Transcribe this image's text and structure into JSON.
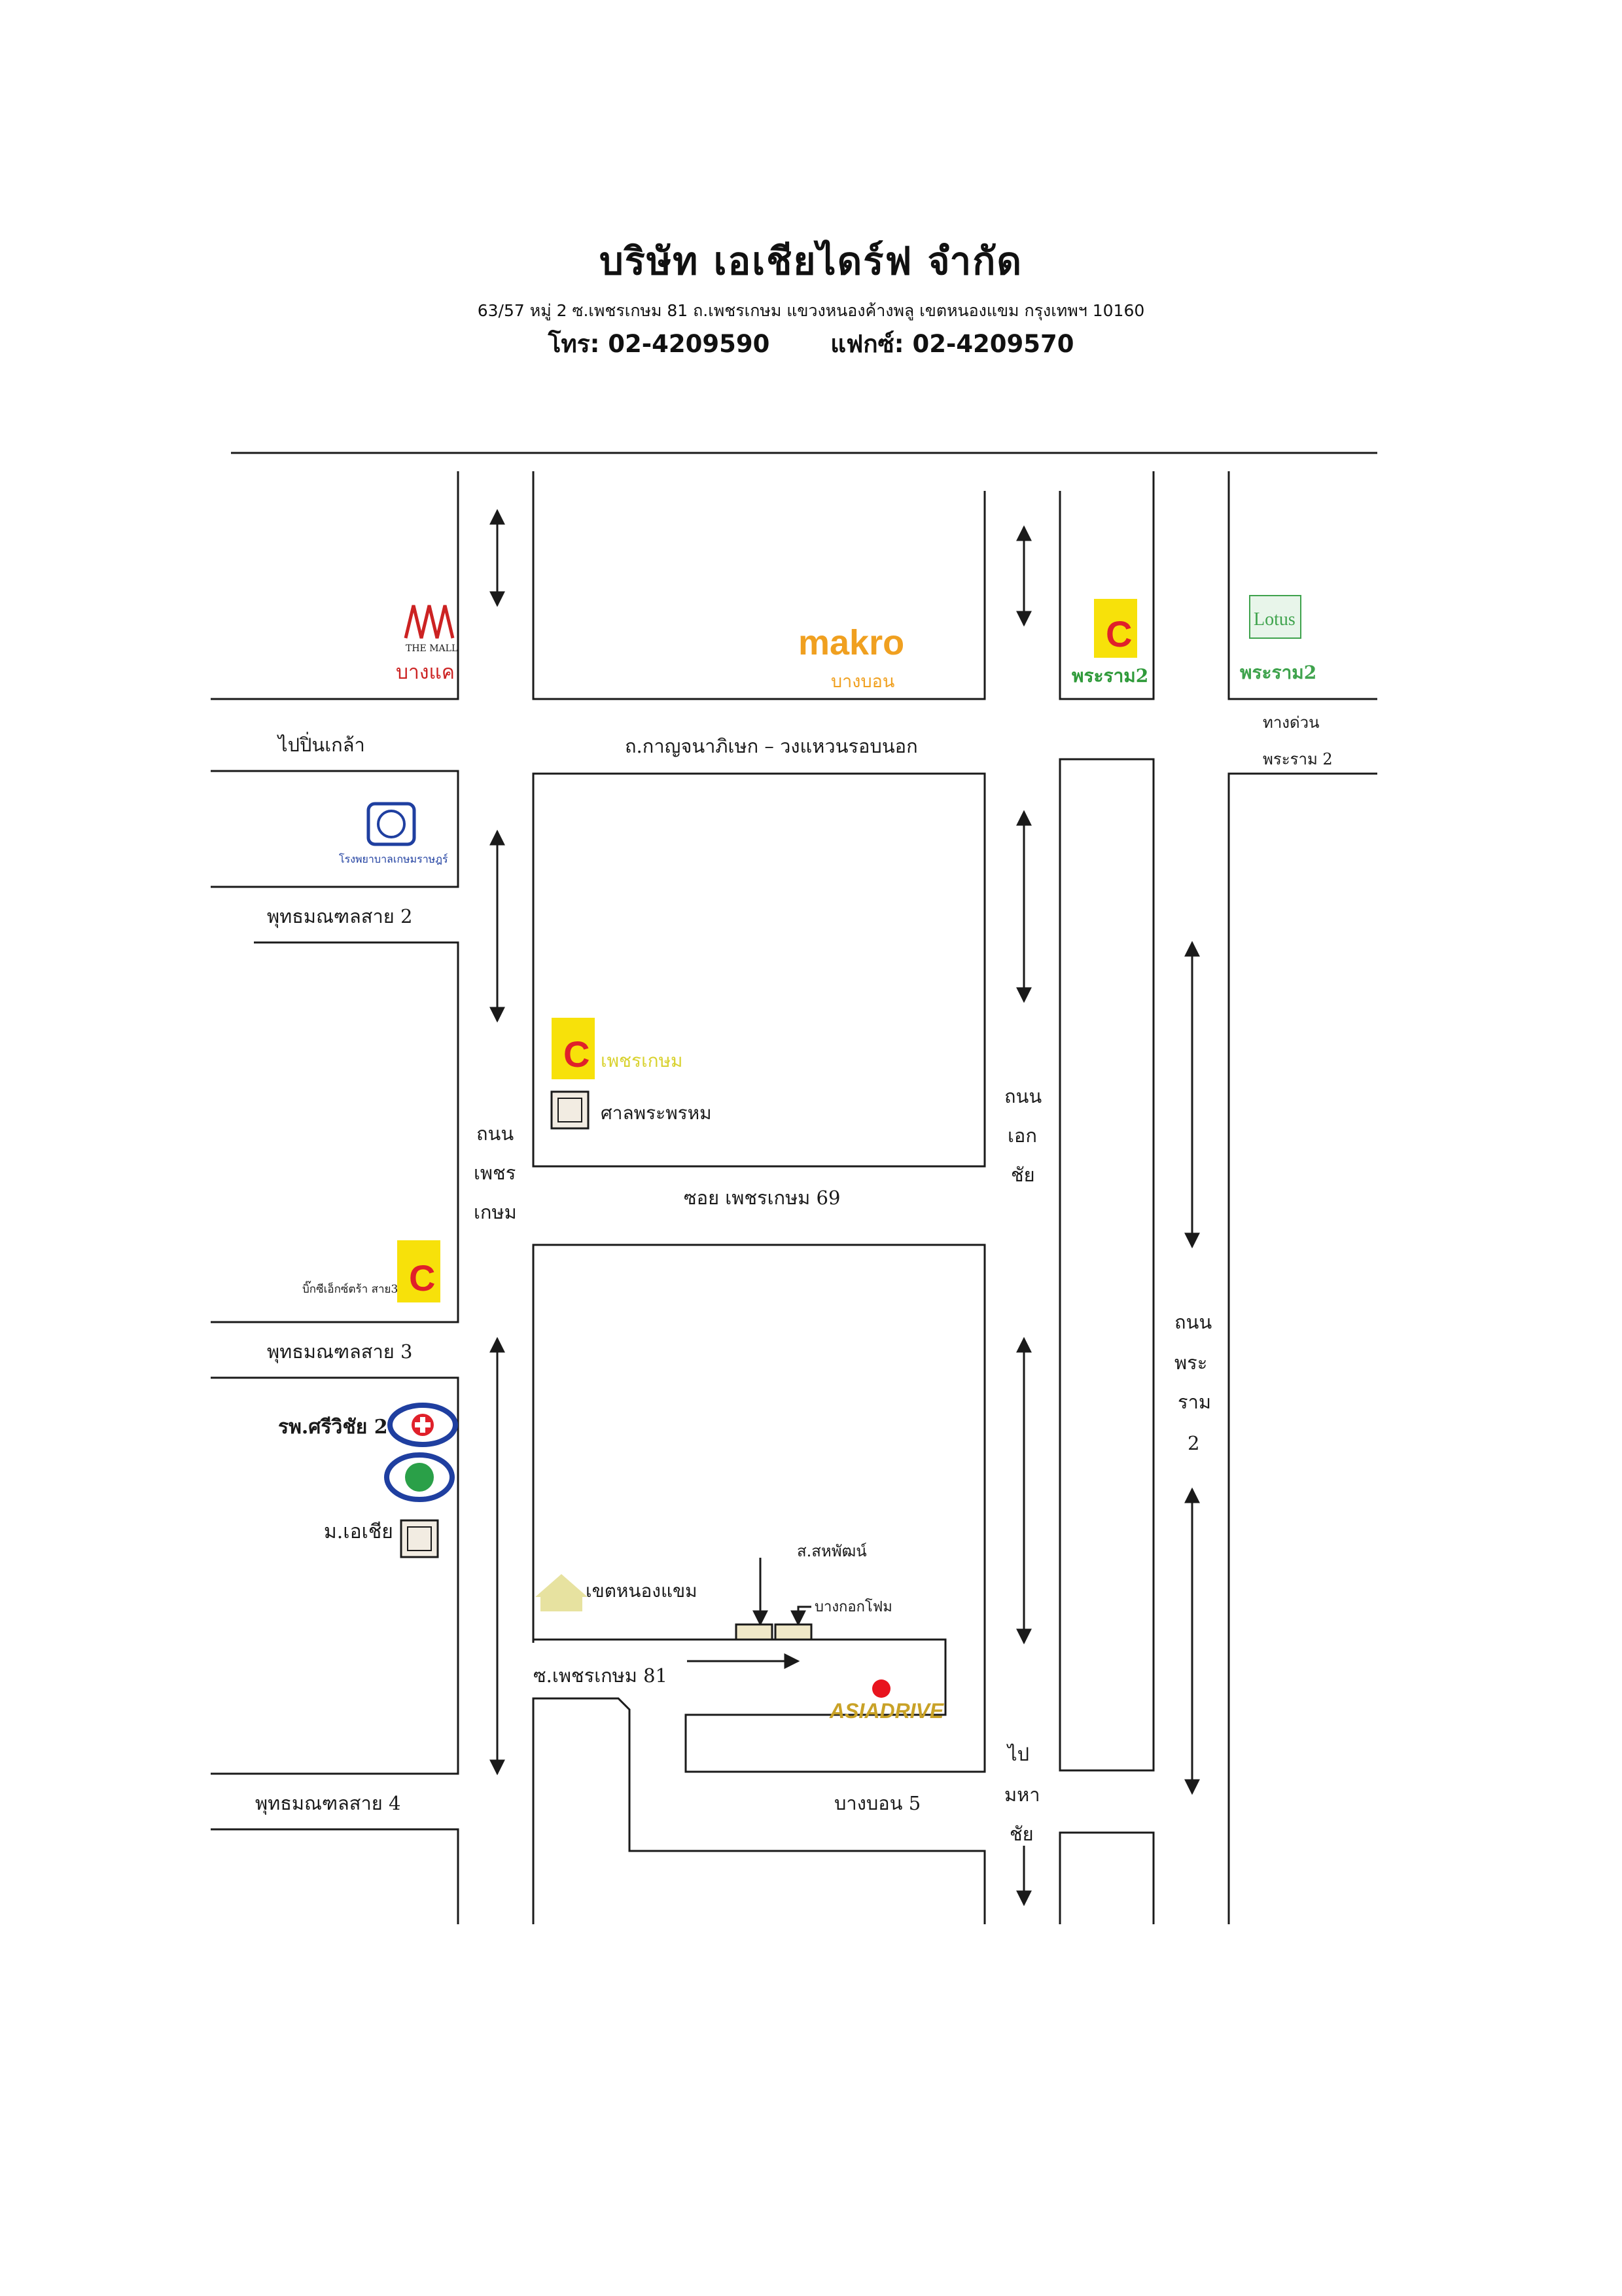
{
  "header": {
    "company_name": "บริษัท เอเชียไดร์ฟ จำกัด",
    "address": "63/57 หมู่ 2 ซ.เพชรเกษม 81 ถ.เพชรเกษม แขวงหนองค้างพลู เขตหนองแขม กรุงเทพฯ 10160",
    "phone": "โทร: 02-4209590",
    "fax": "แฟกซ์: 02-4209570"
  },
  "colors": {
    "line": "#1a1a1a",
    "makro": "#f0a020",
    "bigc_yellow": "#f7e10a",
    "bigc_red": "#e0202a",
    "lotus_green": "#3fa34d",
    "themall_red": "#cc2222",
    "hospital_blue": "#1f3fa0",
    "marker_red": "#e8141e",
    "asiadrive_gold": "#c9a227"
  },
  "landmarks": {
    "the_mall": "THE MALL",
    "the_mall_branch": "บางแค",
    "makro": "makro",
    "makro_branch": "บางบอน",
    "bigc_logo": "C",
    "bigc_rama2": "พระราม2",
    "lotus_logo": "Lotus",
    "lotus_rama2": "พระราม2",
    "hospital_logo_text": "โรงพยาบาลเกษมราษฎร์",
    "bigc_phetkasem": "เพชรเกษม",
    "brahma_shrine": "ศาลพระพรหม",
    "bigc_extra": "บิ๊กซีเอ็กซ์ตร้า สาย3",
    "sriwichai_hospital": "รพ.ศรีวิชัย 2",
    "asia_university": "ม.เอเชีย",
    "nong_khaem_district": "เขตหนองแขม",
    "s_sahapat": "ส.สหพัฒน์",
    "bangkok_foam": "บางกอกโฟม",
    "asiadrive": "ASIADRIVE"
  },
  "roads": {
    "to_pinklao": "ไปปิ่นเกล้า",
    "kanchanaphisek": "ถ.กาญจนาภิเษก – วงแหวนรอบนอก",
    "expressway_1": "ทางด่วน",
    "expressway_2": "พระราม 2",
    "phutthamonthon_2": "พุทธมณฑลสาย 2",
    "phutthamonthon_3": "พุทธมณฑลสาย 3",
    "phutthamonthon_4": "พุทธมณฑลสาย 4",
    "phetkasem_1": "ถนน",
    "phetkasem_2": "เพชร",
    "phetkasem_3": "เกษม",
    "ekkachai_1": "ถนน",
    "ekkachai_2": "เอก",
    "ekkachai_3": "ชัย",
    "soi_phetkasem_69": "ซอย เพชรเกษม 69",
    "rama2_1": "ถนน",
    "rama2_2": "พระ",
    "rama2_3": "ราม",
    "rama2_4": "2",
    "soi_phetkasem_81": "ซ.เพชรเกษม 81",
    "bang_bon_5": "บางบอน 5",
    "to_mahachai_1": "ไป",
    "to_mahachai_2": "มหา",
    "to_mahachai_3": "ชัย"
  }
}
